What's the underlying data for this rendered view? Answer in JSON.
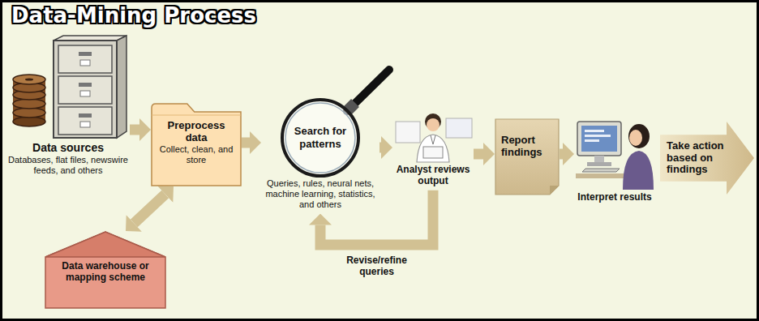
{
  "diagram": {
    "title": "Data-Mining Process",
    "nodes": [
      {
        "text": [
          "Data sources",
          "Databases, flat files, newswire feeds, and others"
        ]
      },
      {
        "text": [
          "Data warehouse or mapping scheme"
        ]
      },
      {
        "text": [
          "Preprocess data",
          "Collect, clean, and store"
        ]
      },
      {
        "text": [
          "Search for patterns",
          "Queries, rules, neural nets, machine learning, statistics, and others"
        ]
      },
      {
        "text": [
          "Analyst reviews output"
        ]
      },
      {
        "text": [
          "Report findings"
        ]
      },
      {
        "text": [
          "Interpret results"
        ]
      },
      {
        "text": [
          "Take action based on findings"
        ]
      }
    ],
    "edges": [
      {
        "from": 0,
        "to": 2,
        "arrow": "to"
      },
      {
        "from": 2,
        "to": 1,
        "arrow": "both"
      },
      {
        "from": 2,
        "to": 3,
        "arrow": "to"
      },
      {
        "from": 3,
        "to": 4,
        "arrow": "to"
      },
      {
        "from": 4,
        "to": 3,
        "label": "Revise/refine queries",
        "arrow": "to"
      },
      {
        "from": 4,
        "to": 5,
        "arrow": "to"
      },
      {
        "from": 5,
        "to": 6,
        "arrow": "to"
      }
    ]
  }
}
